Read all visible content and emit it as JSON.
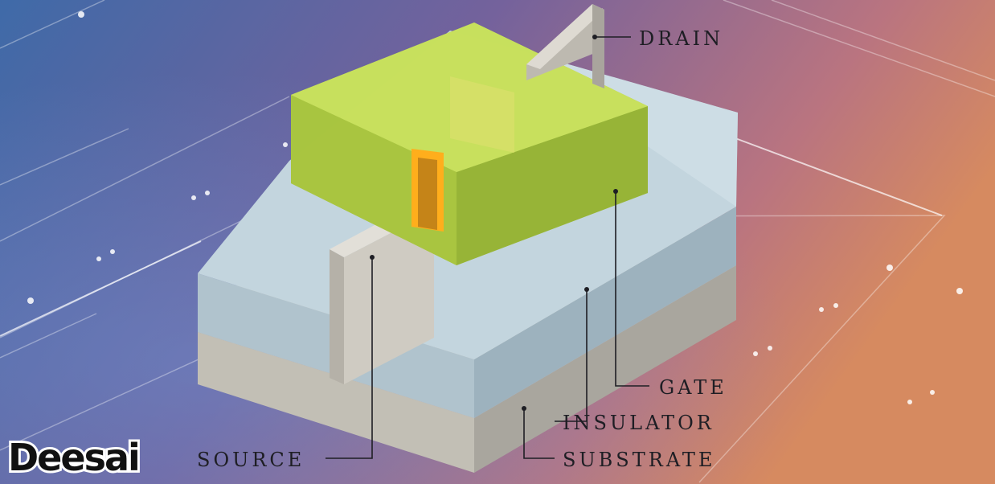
{
  "diagram": {
    "labels": {
      "drain": "DRAIN",
      "gate": "GATE",
      "insulator": "INSULATOR",
      "substrate": "SUBSTRATE",
      "source": "SOURCE"
    }
  },
  "logo": {
    "text": "Deesai"
  },
  "colors": {
    "background_left": "#4a6aa6",
    "background_mid": "#7a5f98",
    "background_right": "#cc8062",
    "substrate": "#c9c6bd",
    "insulator": "#b5c8d2",
    "gate": "#b8d34f",
    "fin": "#c7c3bb",
    "channel": "#ffb020"
  }
}
